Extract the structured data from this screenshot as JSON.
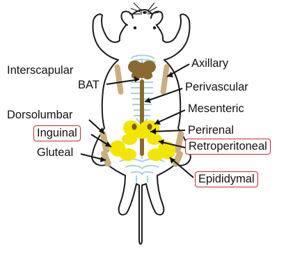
{
  "labels": {
    "interscapular": "Interscapular",
    "bat": "BAT",
    "axillary": "Axillary",
    "perivascular": "Perivascular",
    "mesenteric": "Mesenteric",
    "perirenal": "Perirenal",
    "retroperitoneal": "Retroperitoneal",
    "dorsolumbar": "Dorsolumbar",
    "inguinal": "Inguinal",
    "gluteal": "Gluteal",
    "epididymal": "Epididymal"
  },
  "highlighted": [
    "inguinal",
    "retroperitoneal",
    "epididymal"
  ],
  "colors": {
    "outline": "#1a1a1a",
    "brown_fat": "#c9ae82",
    "interscapular_bat": "#8a6a2e",
    "vasculature": "#a9cfe6",
    "white_fat": "#f2e600",
    "highlight_box": "#c0282d"
  }
}
